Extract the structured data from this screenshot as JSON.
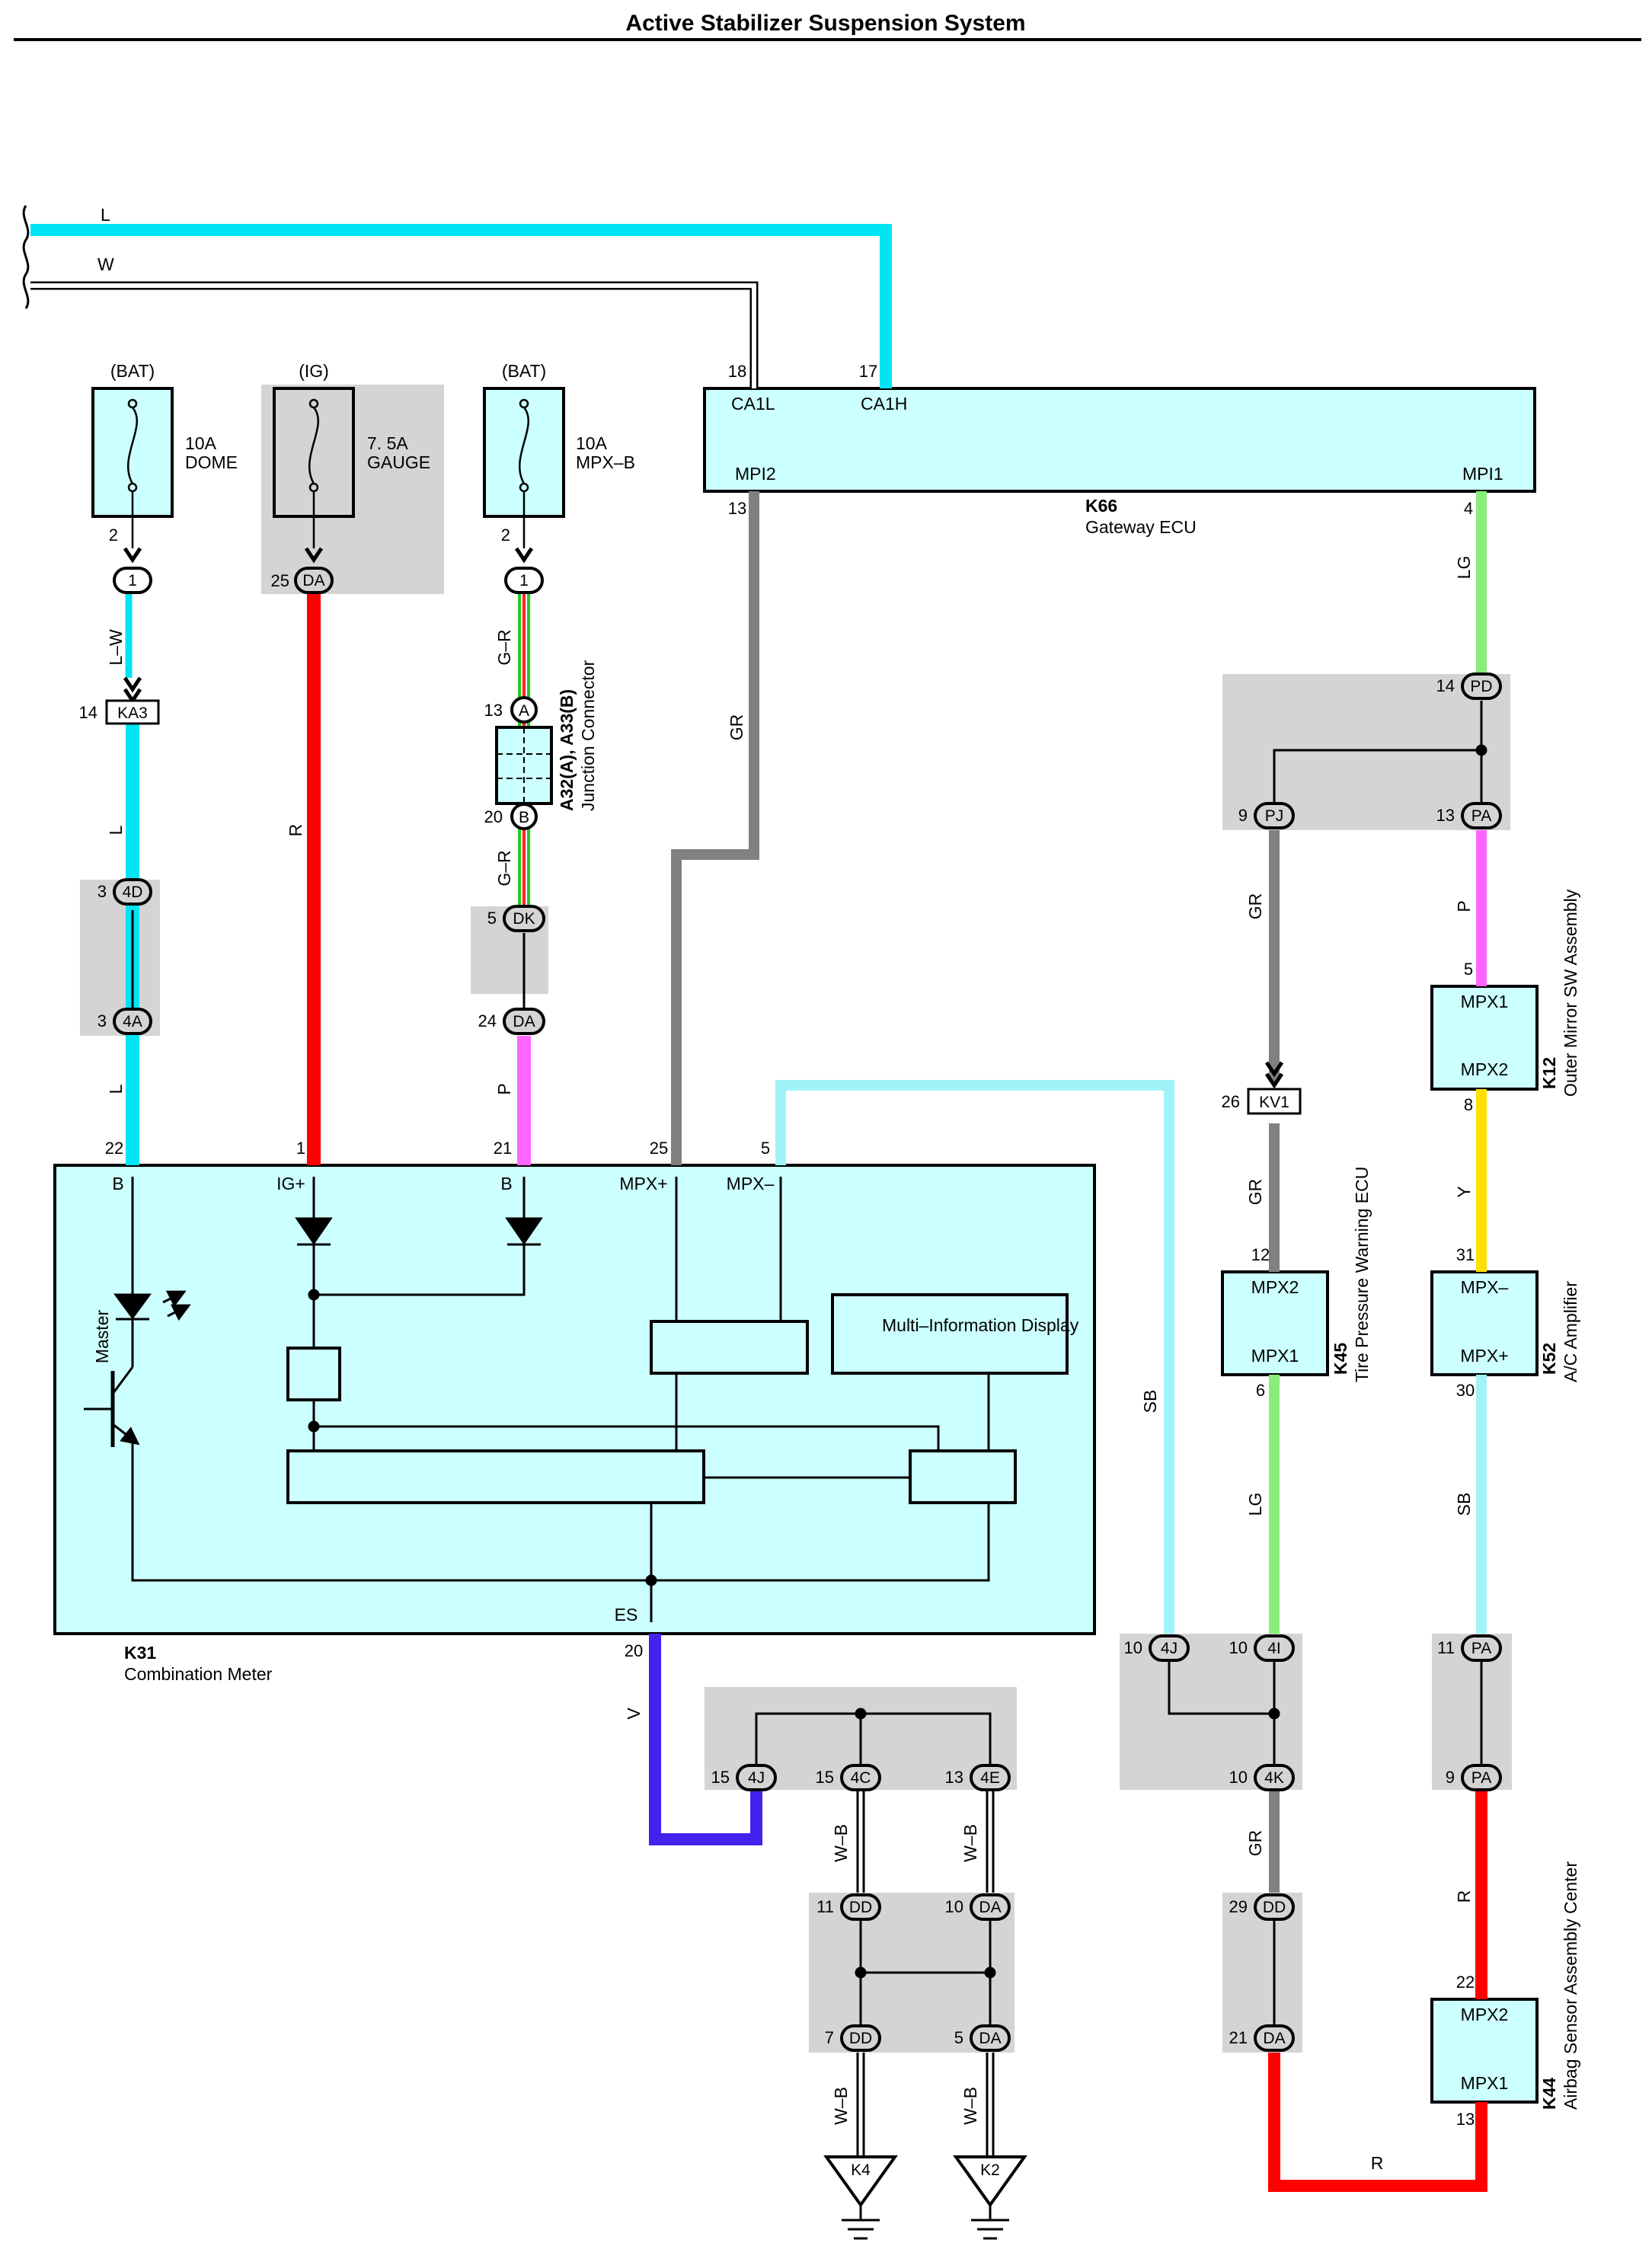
{
  "title": "Active Stabilizer Suspension System",
  "colors": {
    "ecu_fill": "#ccffff",
    "shade": "#d4d4d4",
    "L": "#00e5f5",
    "W": "#ffffff",
    "R": "#ff0000",
    "GR": "#808080",
    "P": "#ff66ff",
    "LG": "#88ee77",
    "SB": "#a0f4f8",
    "Y": "#ffe000",
    "V": "#4422ee"
  },
  "fuses": [
    {
      "source": "(BAT)",
      "rating": "10A",
      "name": "DOME",
      "pin": "2",
      "connector": "1"
    },
    {
      "source": "(IG)",
      "rating": "7. 5A",
      "name": "GAUGE",
      "pin": "25",
      "connector": "DA"
    },
    {
      "source": "(BAT)",
      "rating": "10A",
      "name": "MPX–B",
      "pin": "2",
      "connector": "1"
    }
  ],
  "components": {
    "k66": {
      "id": "K66",
      "name": "Gateway ECU",
      "pins": {
        "ca1l": "CA1L",
        "ca1h": "CA1H",
        "mpi2": "MPI2",
        "mpi1": "MPI1"
      },
      "pin_nums": {
        "ca1l": "18",
        "ca1h": "17",
        "mpi2": "13",
        "mpi1": "4"
      }
    },
    "k31": {
      "id": "K31",
      "name": "Combination Meter",
      "pins": {
        "b1": "B",
        "igp": "IG+",
        "b2": "B",
        "mpxp": "MPX+",
        "mpxm": "MPX–",
        "es": "ES"
      },
      "pin_nums": {
        "b1": "22",
        "igp": "1",
        "b2": "21",
        "mpxp": "25",
        "mpxm": "5",
        "es": "20"
      },
      "inner": {
        "master": "Master",
        "mid": "Multi–Information Display"
      }
    },
    "junction": {
      "id": "A32(A), A33(B)",
      "name": "Junction Connector",
      "pin_a": "13",
      "conn_a": "A",
      "pin_b": "20",
      "conn_b": "B"
    },
    "k12": {
      "id": "K12",
      "name": "Outer Mirror SW Assembly",
      "top": "MPX1",
      "bottom": "MPX2",
      "pin_top": "5",
      "pin_bottom": "8"
    },
    "k45": {
      "id": "K45",
      "name": "Tire Pressure Warning ECU",
      "top": "MPX2",
      "bottom": "MPX1",
      "pin_top": "12",
      "pin_bottom": "6"
    },
    "k52": {
      "id": "K52",
      "name": "A/C Amplifier",
      "top": "MPX–",
      "bottom": "MPX+",
      "pin_top": "31",
      "pin_bottom": "30"
    },
    "k44": {
      "id": "K44",
      "name": "Airbag Sensor Assembly Center",
      "top": "MPX2",
      "bottom": "MPX1",
      "pin_top": "22",
      "pin_bottom": "13"
    }
  },
  "wire_labels": {
    "l_top": "L",
    "w_top": "W",
    "lw": "L–W",
    "l1": "L",
    "l2": "L",
    "r1": "R",
    "gr_top": "G–R",
    "gr_bot": "G–R",
    "p1": "P",
    "gr_mid": "GR",
    "lg_top": "LG",
    "p2": "P",
    "gr_pj": "GR",
    "gr_kv": "GR",
    "y1": "Y",
    "lg2": "LG",
    "sb1": "SB",
    "sb2": "SB",
    "v1": "V",
    "wb1": "W–B",
    "wb2": "W–B",
    "wb3": "W–B",
    "wb4": "W–B",
    "gr_4k": "GR",
    "r2": "R",
    "r3": "R"
  },
  "connectors": {
    "ka3": {
      "code": "KA3",
      "pin": "14"
    },
    "c4d": {
      "code": "4D",
      "pin": "3"
    },
    "c4a": {
      "code": "4A",
      "pin": "3"
    },
    "cdk": {
      "code": "DK",
      "pin": "5"
    },
    "cda24": {
      "code": "DA",
      "pin": "24"
    },
    "cpd": {
      "code": "PD",
      "pin": "14"
    },
    "cpj": {
      "code": "PJ",
      "pin": "9"
    },
    "cpa13": {
      "code": "PA",
      "pin": "13"
    },
    "ckv1": {
      "code": "KV1",
      "pin": "26"
    },
    "c4j15": {
      "code": "4J",
      "pin": "15"
    },
    "c4c": {
      "code": "4C",
      "pin": "15"
    },
    "c4e": {
      "code": "4E",
      "pin": "13"
    },
    "cdd11": {
      "code": "DD",
      "pin": "11"
    },
    "cda10": {
      "code": "DA",
      "pin": "10"
    },
    "cdd7": {
      "code": "DD",
      "pin": "7"
    },
    "cda5": {
      "code": "DA",
      "pin": "5"
    },
    "c4j10": {
      "code": "4J",
      "pin": "10"
    },
    "c4i": {
      "code": "4I",
      "pin": "10"
    },
    "c4k": {
      "code": "4K",
      "pin": "10"
    },
    "cdd29": {
      "code": "DD",
      "pin": "29"
    },
    "cda21": {
      "code": "DA",
      "pin": "21"
    },
    "cpa11": {
      "code": "PA",
      "pin": "11"
    },
    "cpa9": {
      "code": "PA",
      "pin": "9"
    }
  },
  "grounds": {
    "k4": "K4",
    "k2": "K2"
  }
}
